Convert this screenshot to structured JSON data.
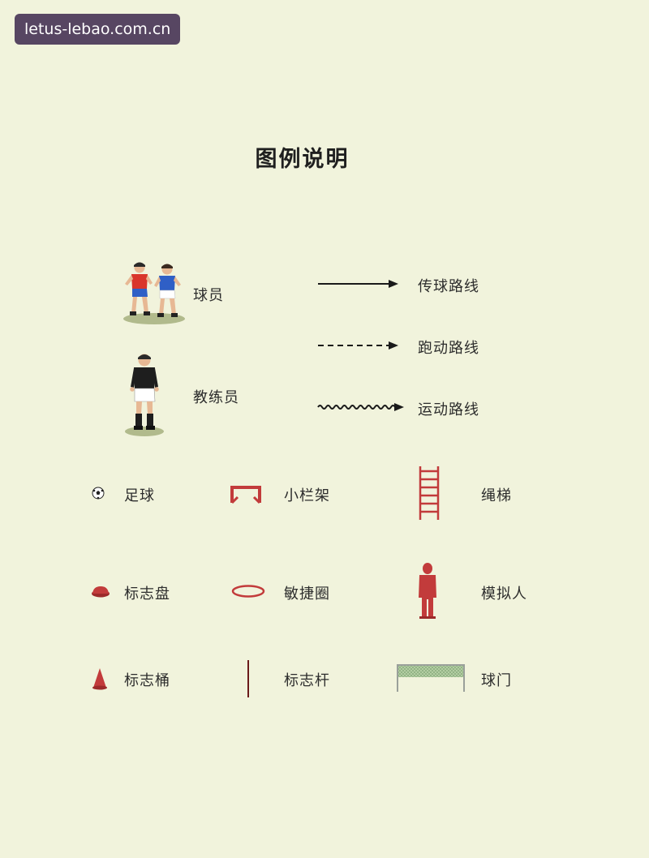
{
  "watermark": "letus-lebao.com.cn",
  "title": "图例说明",
  "people": {
    "player_label": "球员",
    "coach_label": "教练员"
  },
  "lines": {
    "pass_label": "传球路线",
    "run_label": "跑动路线",
    "dribble_label": "运动路线"
  },
  "equipment": {
    "ball_label": "足球",
    "hurdle_label": "小栏架",
    "ladder_label": "绳梯",
    "disc_label": "标志盘",
    "ring_label": "敏捷圈",
    "dummy_label": "模拟人",
    "cone_label": "标志桶",
    "pole_label": "标志杆",
    "goal_label": "球门"
  },
  "colors": {
    "background": "#f1f3dc",
    "watermark_bg": "#574662",
    "equipment_red": "#c23b3b",
    "player_red": "#d9352b",
    "player_blue": "#2f5fc6",
    "coach_black": "#1e1e1e"
  }
}
